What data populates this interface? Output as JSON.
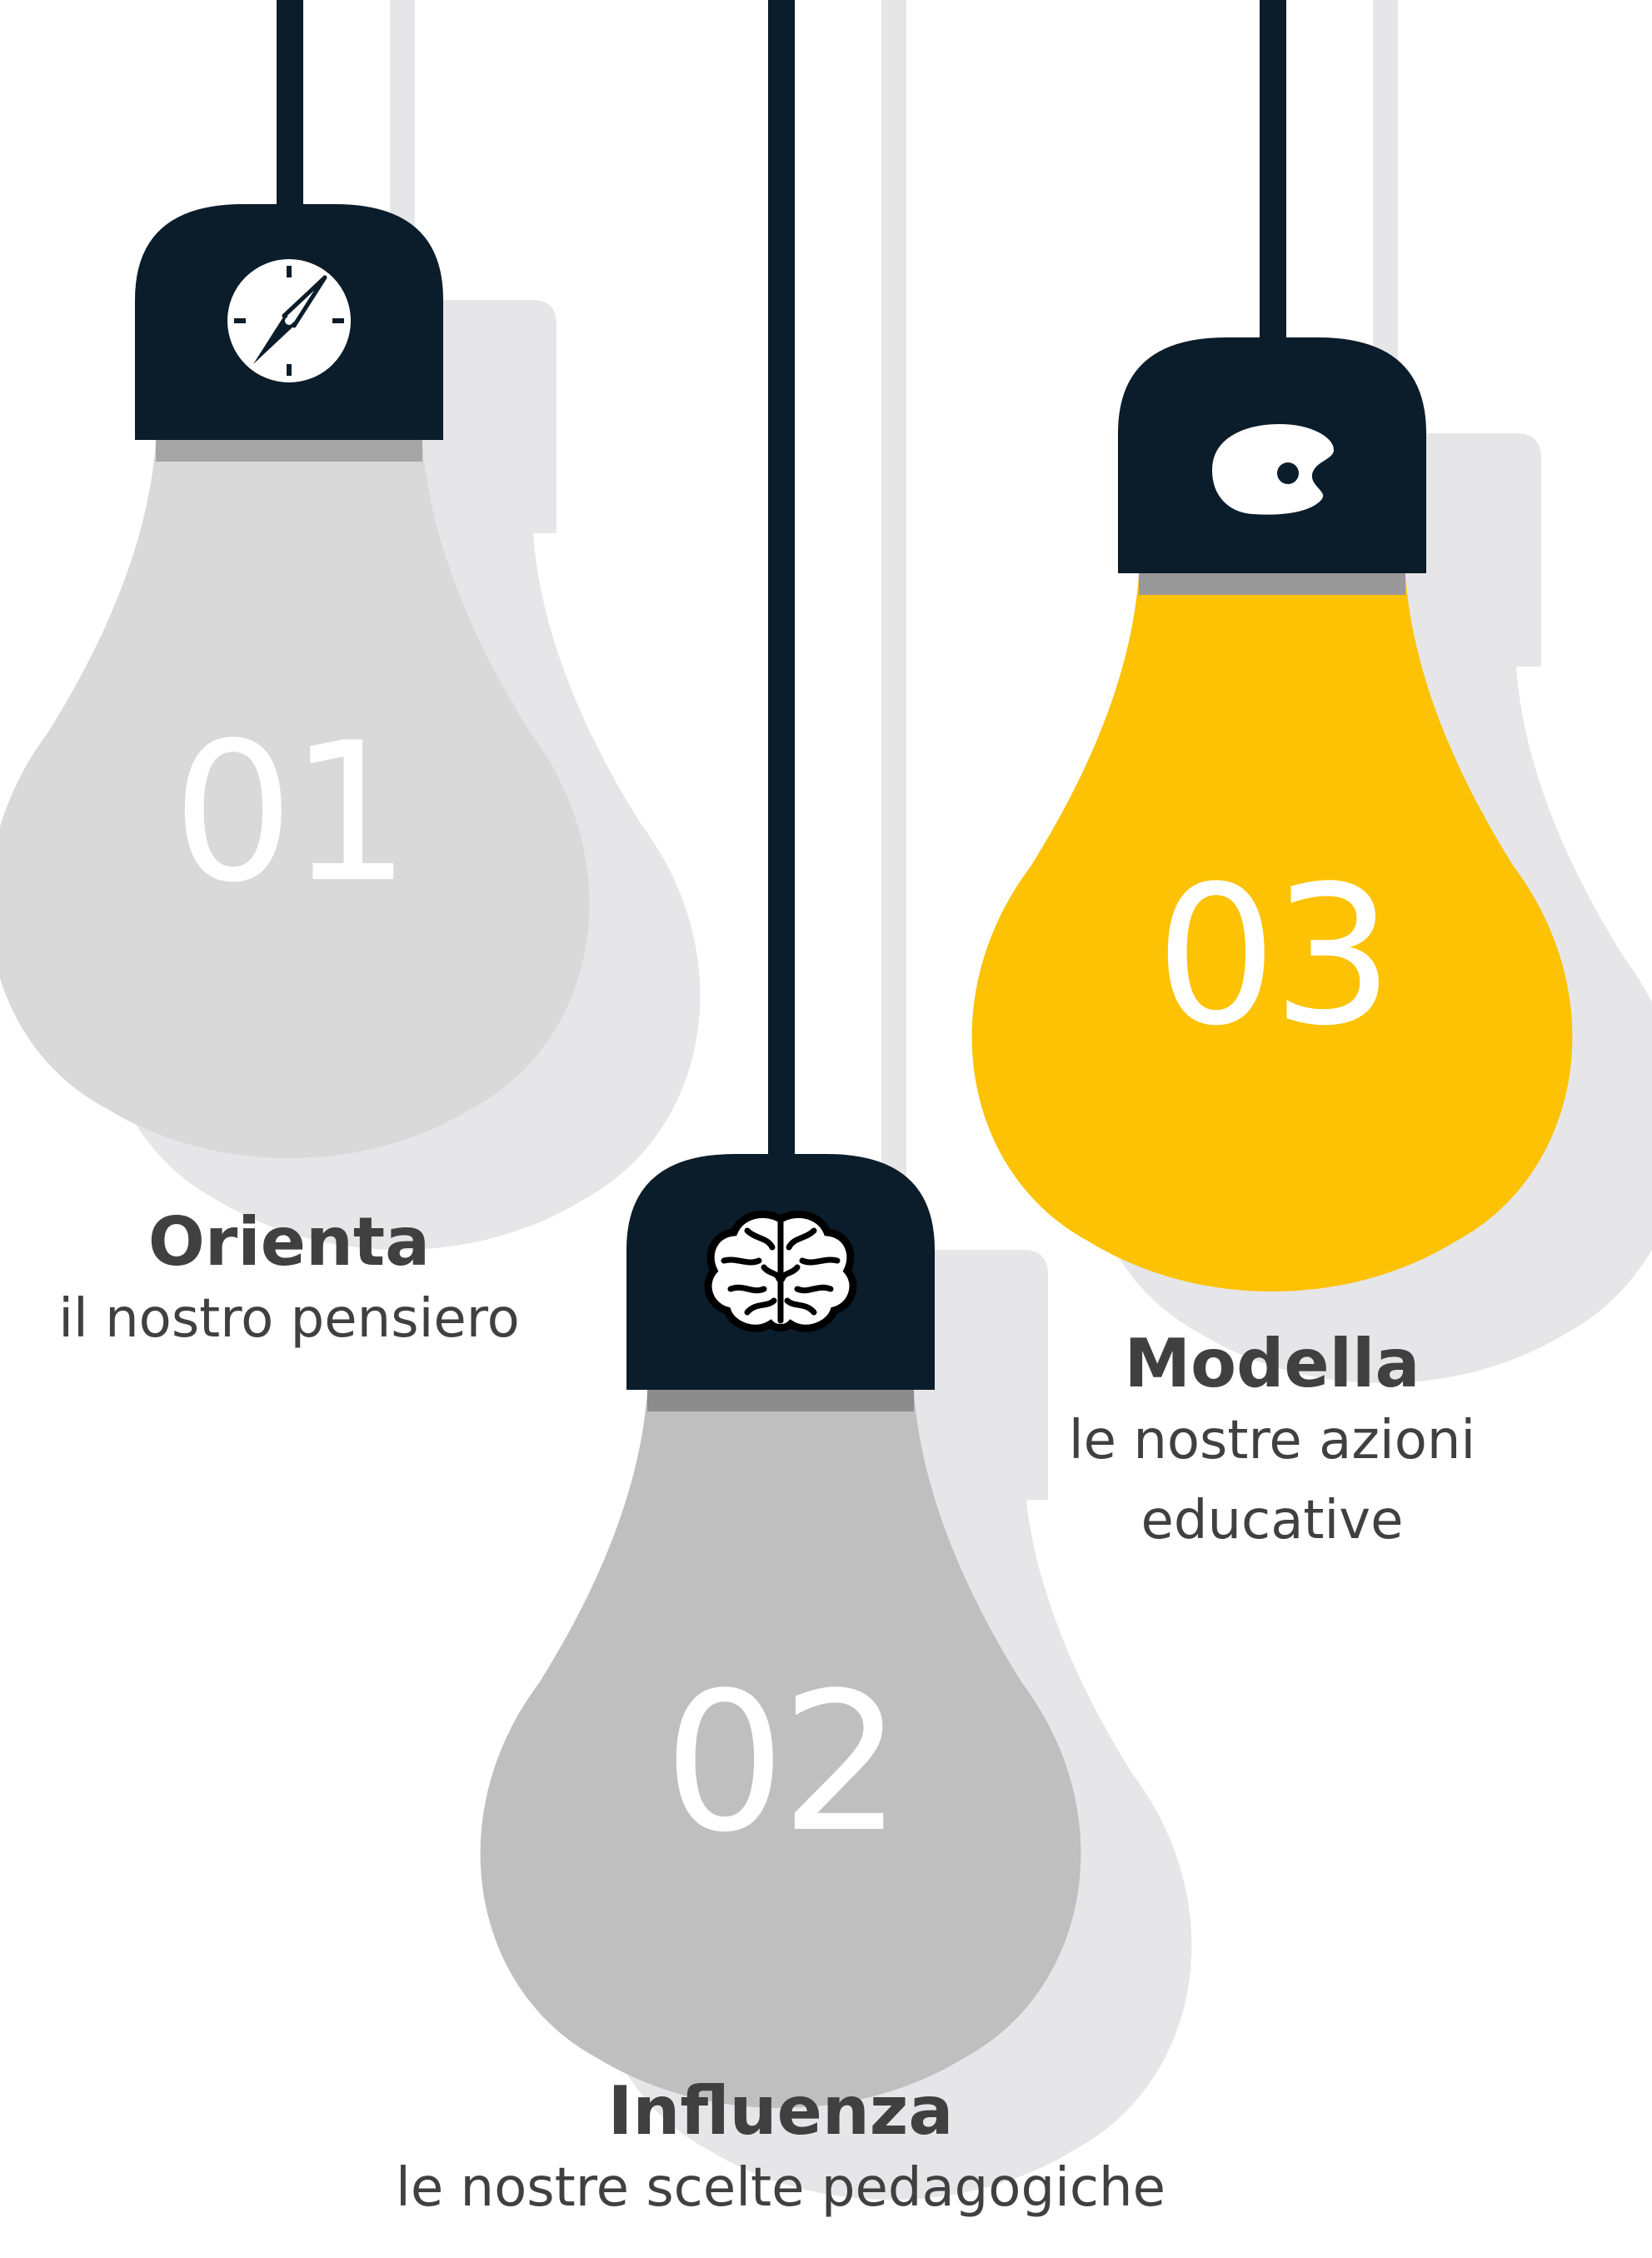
{
  "colors": {
    "background": "#ffffff",
    "shadow": "#e6e6e8",
    "cord": "#0b1c2a",
    "socket": "#0b1c2a",
    "bulb_1": "#d9d9d9",
    "bulb_2": "#bfbfbf",
    "bulb_3": "#fcc203",
    "text": "#404040"
  },
  "bulbs": [
    {
      "number": "01",
      "icon": "compass-icon",
      "title": "Orienta",
      "subtitle": "il nostro pensiero"
    },
    {
      "number": "02",
      "icon": "brain-icon",
      "title": "Influenza",
      "subtitle": "le nostre scelte pedagogiche"
    },
    {
      "number": "03",
      "icon": "palette-icon",
      "title": "Modella",
      "subtitle": "le nostre azioni educative"
    }
  ]
}
